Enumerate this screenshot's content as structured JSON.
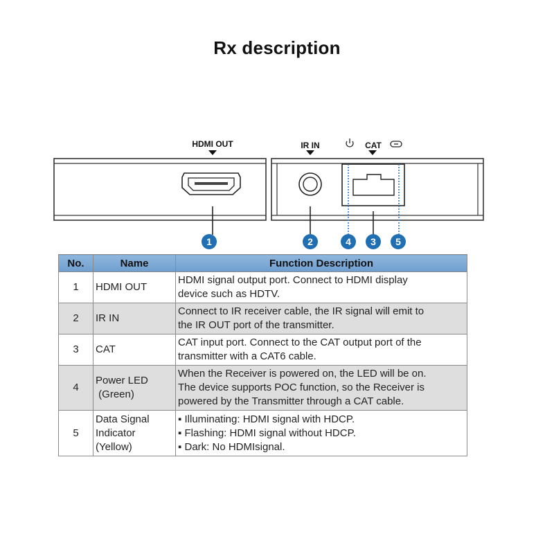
{
  "title": "Rx description",
  "diagram": {
    "labels": {
      "hdmi_out": "HDMI OUT",
      "ir_in": "IR IN",
      "cat": "CAT"
    },
    "callouts": [
      "1",
      "2",
      "4",
      "3",
      "5"
    ],
    "colors": {
      "callout": "#1f6fb2",
      "outline": "#333333",
      "led_line": "#2a7fd0"
    },
    "icons": [
      "power-icon",
      "link-icon"
    ]
  },
  "table": {
    "headers": [
      "No.",
      "Name",
      "Function Description"
    ],
    "rows": [
      {
        "no": "1",
        "name": [
          "HDMI OUT"
        ],
        "desc": [
          "HDMI signal output port. Connect to HDMI display",
          "device such as HDTV."
        ]
      },
      {
        "no": "2",
        "name": [
          "IR IN"
        ],
        "desc": [
          "Connect to IR receiver cable, the IR signal will emit to",
          "the IR OUT port of the transmitter."
        ]
      },
      {
        "no": "3",
        "name": [
          "CAT"
        ],
        "desc": [
          "CAT input port. Connect to the CAT output port of the",
          "transmitter with a CAT6 cable."
        ]
      },
      {
        "no": "4",
        "name": [
          "Power LED",
          " (Green)"
        ],
        "desc": [
          "When the Receiver is powered on, the LED will be on.",
          "The device supports POC function, so the Receiver is",
          "powered by the Transmitter through a CAT cable."
        ]
      },
      {
        "no": "5",
        "name": [
          "Data Signal",
          "Indicator",
          "(Yellow)"
        ],
        "desc": [
          "▪ Illuminating: HDMI signal with HDCP.",
          "▪ Flashing: HDMI signal without HDCP.",
          "▪ Dark: No HDMIsignal."
        ]
      }
    ],
    "colors": {
      "header": "#7aa7d6",
      "shade": "#dedede",
      "border": "#8a8a8a"
    }
  }
}
